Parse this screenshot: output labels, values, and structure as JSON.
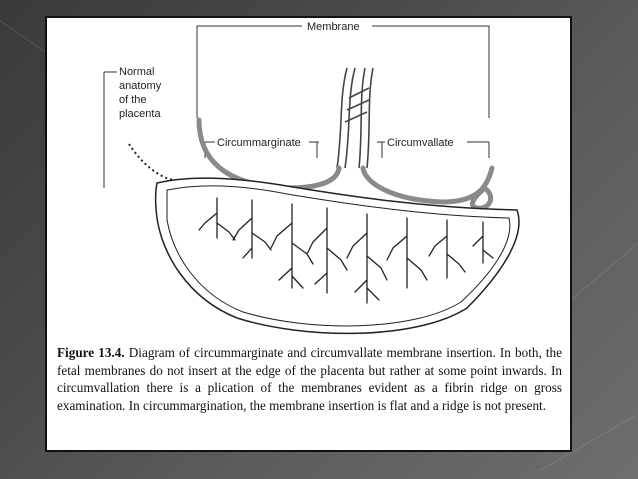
{
  "figure": {
    "labels": {
      "membrane": "Membrane",
      "normal_line1": "Normal",
      "normal_line2": "anatomy",
      "normal_line3": "of the",
      "normal_line4": "placenta",
      "circummarginate": "Circummarginate",
      "circumvallate": "Circumvallate"
    }
  },
  "caption": {
    "label": "Figure 13.4.",
    "text": "Diagram of circummarginate and circumvallate membrane insertion. In both, the fetal membranes do not insert at the edge of the placenta but rather at some point inwards. In circumvallation there is a plication of the membranes evident as a fibrin ridge on gross examination. In circummargination, the membrane insertion is flat and a ridge is not present."
  }
}
